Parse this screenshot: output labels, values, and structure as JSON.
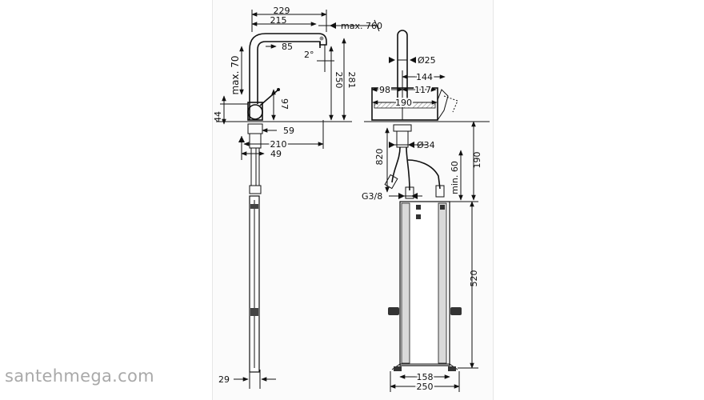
{
  "watermark": "santehmega.com",
  "side_view": {
    "dims": {
      "d229": "229",
      "d215": "215",
      "max760": "max. 760",
      "d85": "85",
      "angle": "2°",
      "d250": "250",
      "d281": "281",
      "max70": "max. 70",
      "d97": "97",
      "d44": "44",
      "d59": "59",
      "d210": "210",
      "d49": "49",
      "d29": "29"
    }
  },
  "front_view": {
    "dims": {
      "dia25": "Ø25",
      "d144": "144",
      "d98": "98",
      "d117": "117",
      "d190w": "190",
      "dia34": "Ø34",
      "d820": "820",
      "min60": "min. 60",
      "d190h": "190",
      "g38": "G3/8",
      "d520": "520",
      "d158": "158",
      "d250b": "250"
    }
  }
}
